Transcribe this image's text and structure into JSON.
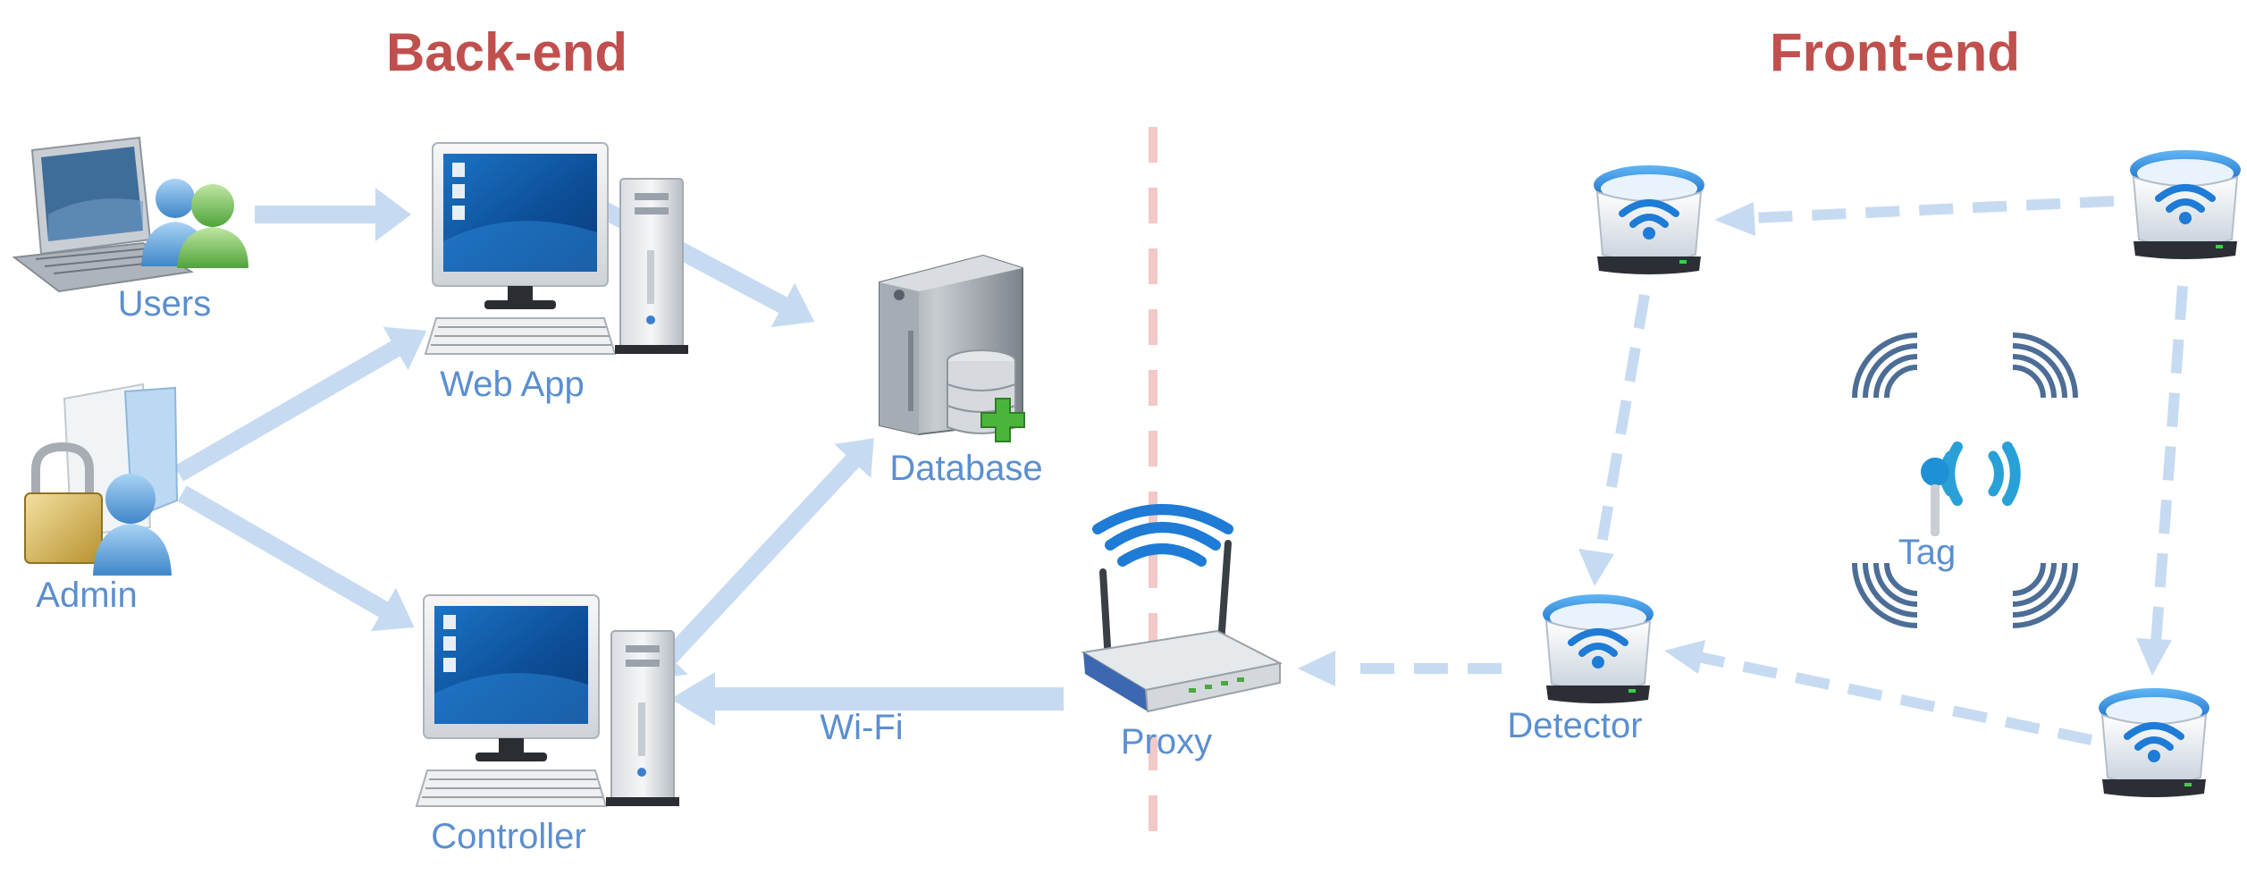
{
  "headers": {
    "backend": "Back-end",
    "frontend": "Front-end"
  },
  "labels": {
    "users": "Users",
    "web_app": "Web App",
    "admin": "Admin",
    "database": "Database",
    "controller": "Controller",
    "wifi": "Wi-Fi",
    "proxy": "Proxy",
    "detector": "Detector",
    "tag": "Tag"
  },
  "colors": {
    "header": "#c0504d",
    "label": "#5b8fd0",
    "arrow": "#c6dbf2",
    "divider": "#f2c9c6"
  },
  "icons": [
    "laptop-icon",
    "users-icon",
    "computer-icon",
    "admin-folder-lock-icon",
    "database-server-icon",
    "router-icon",
    "detector-icon",
    "tag-signal-icon"
  ]
}
